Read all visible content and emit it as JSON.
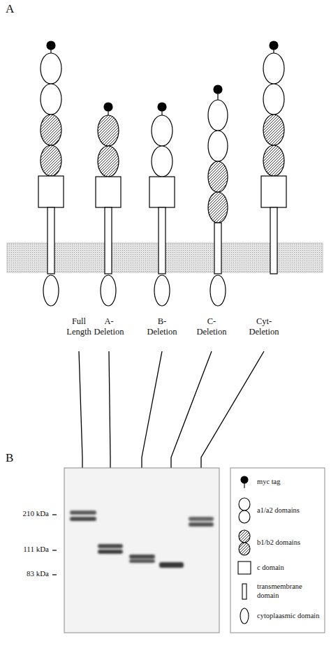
{
  "diagram": {
    "labels": [
      "A",
      "Full Length",
      "A- Deletion",
      "B- Deletion",
      "C- Deletion",
      "Cyt- Deletion",
      "B",
      "210 kDa",
      "111 kDa",
      "83 kDa"
    ],
    "legend": [
      {
        "text": "myc tag"
      },
      {
        "text": "a1/a2 domains"
      },
      {
        "text": "b1/b2 domains"
      },
      {
        "text": "c domain"
      },
      {
        "text": "transmembrane domain"
      },
      {
        "text": "cytoplaasmic domain"
      }
    ]
  }
}
